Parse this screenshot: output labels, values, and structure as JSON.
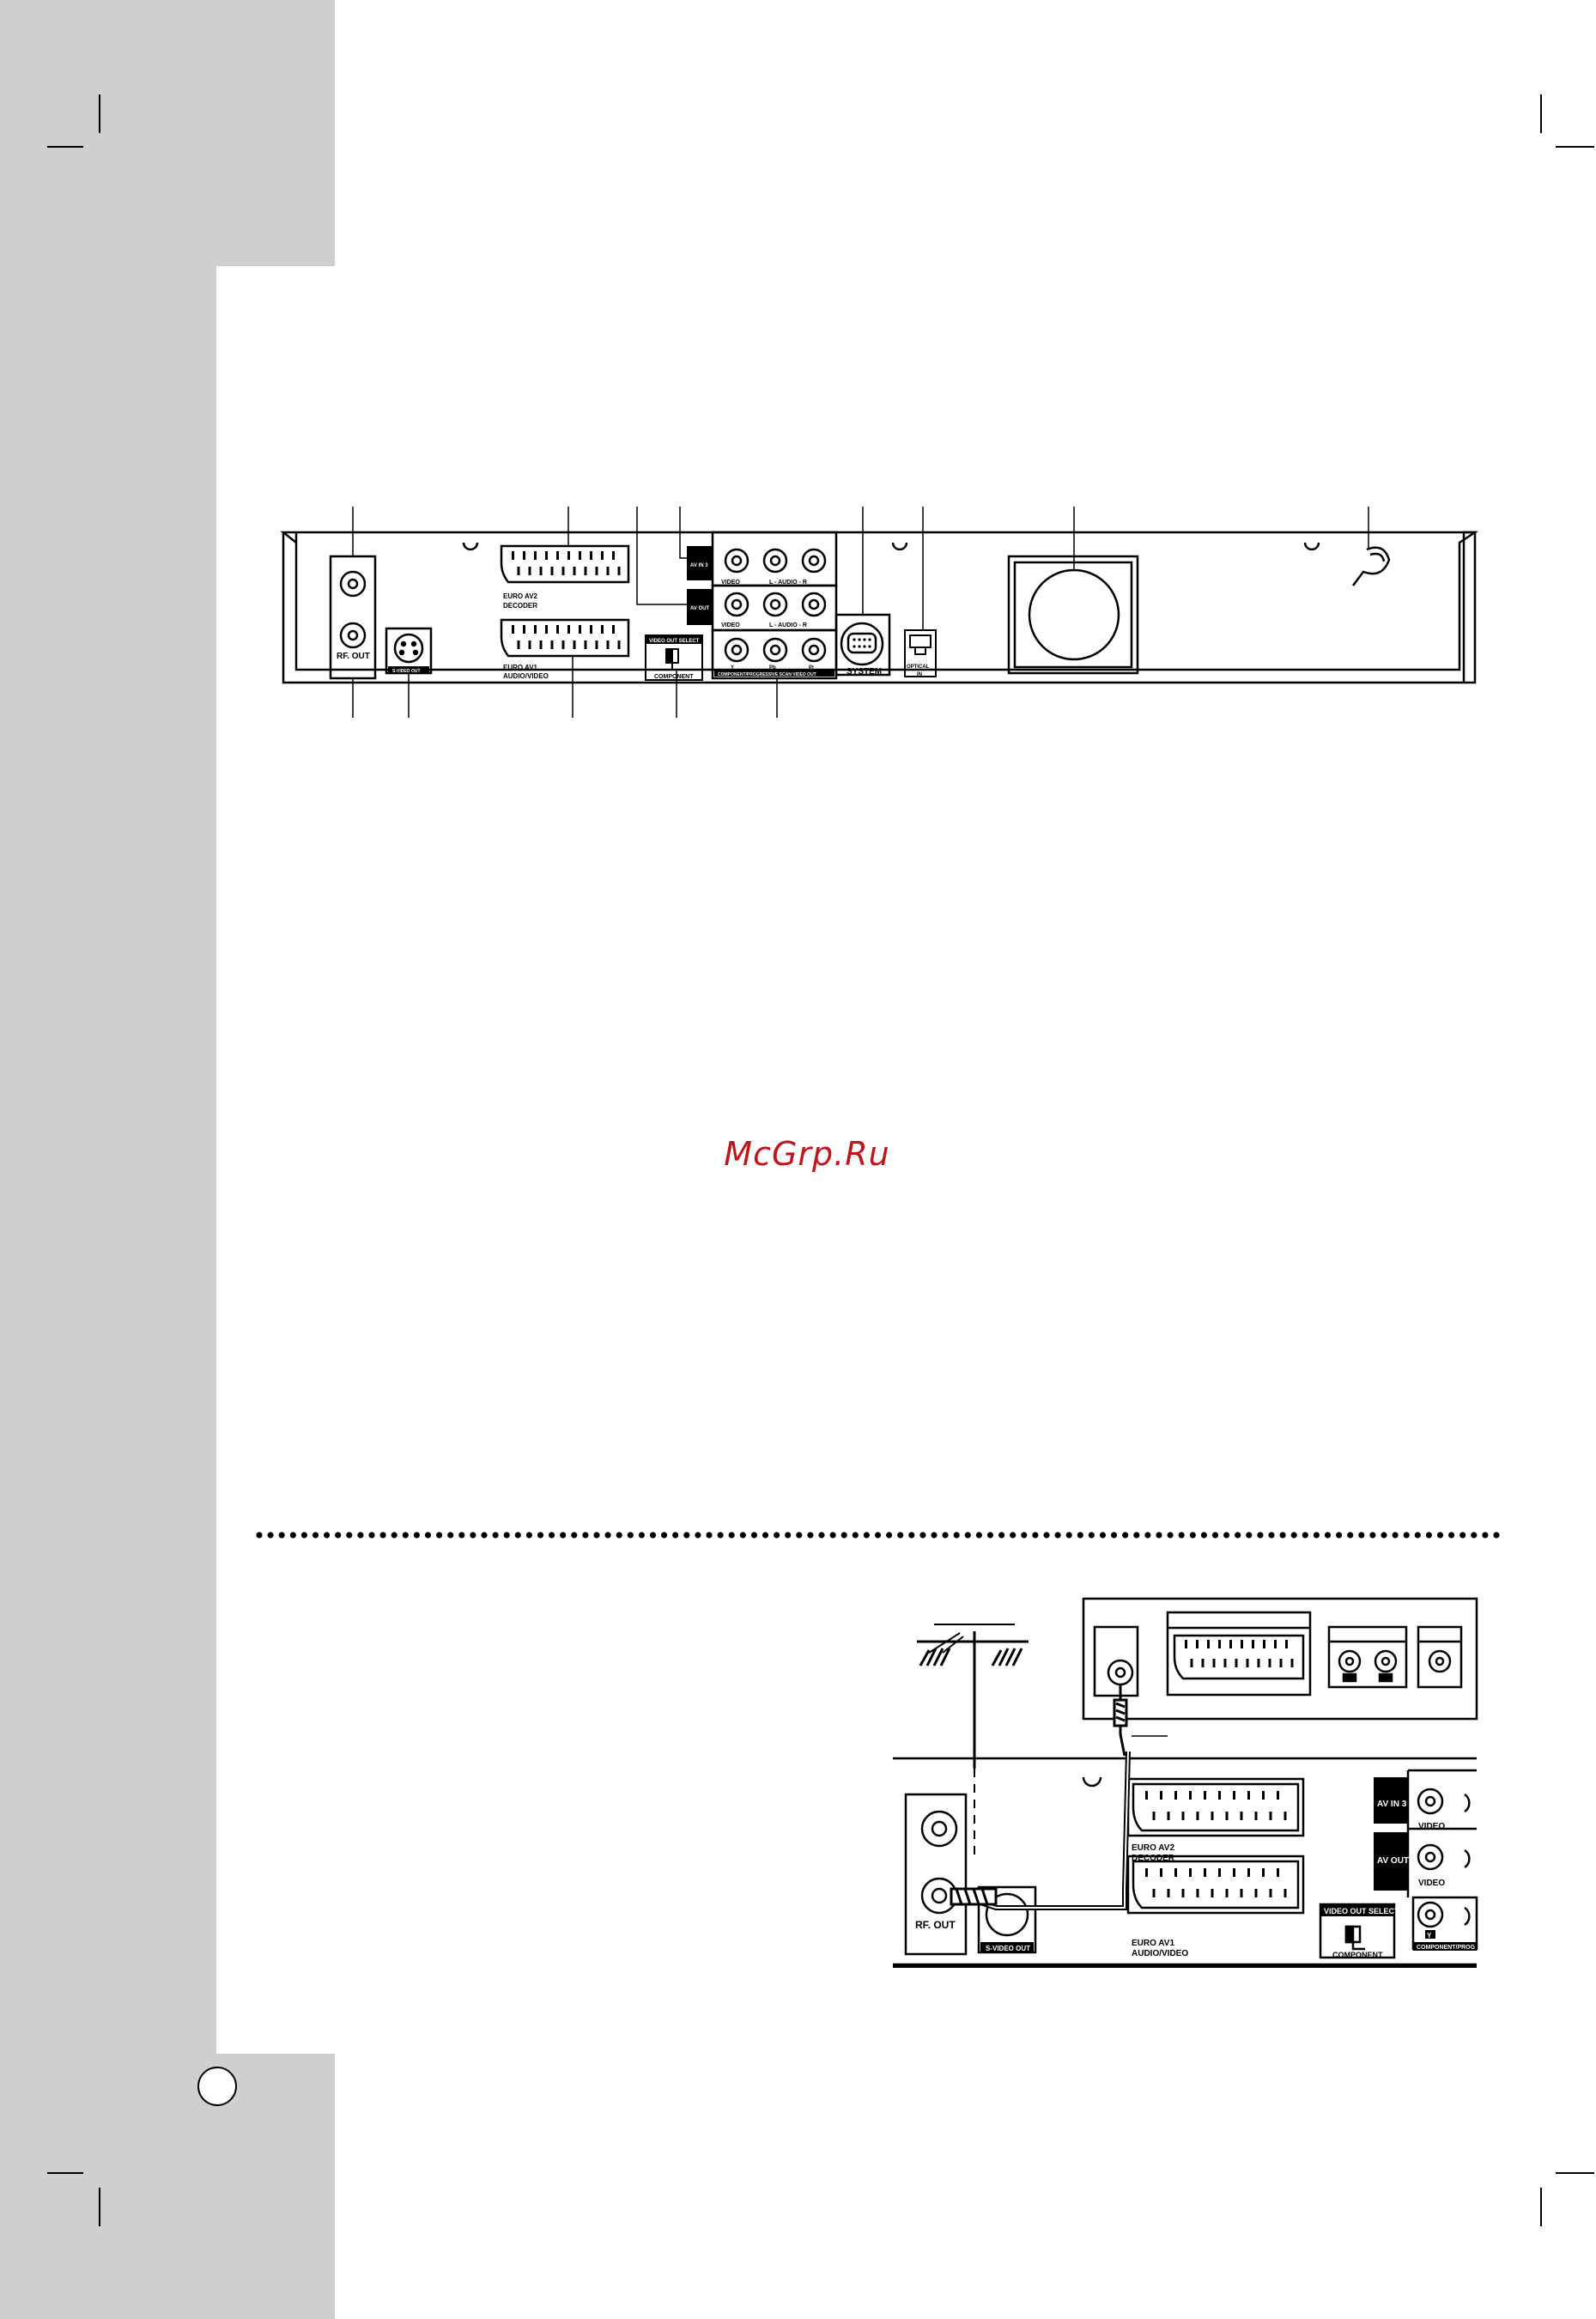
{
  "watermark": "McGrp.Ru",
  "rear_panel": {
    "euro_av2": [
      "EURO AV2",
      "DECODER"
    ],
    "euro_av1": [
      "EURO AV1",
      "AUDIO/VIDEO"
    ],
    "av_in3": "AV IN 3",
    "av_out": "AV OUT",
    "video": "VIDEO",
    "audio": "L - AUDIO - R",
    "rf_out": "RF. OUT",
    "s_video_out": "S-VIDEO OUT",
    "video_out_select": "VIDEO OUT SELECT",
    "component": "COMPONENT",
    "component_out": "COMPONENT/PROGRESSIVE SCAN VIDEO OUT",
    "component_letters": [
      "Y",
      "Pb",
      "Pr"
    ],
    "system": "SYSTEM",
    "optical": "OPTICAL",
    "optical_in": "IN"
  },
  "connection_diagram": {
    "av_in3": "AV IN 3",
    "av_out": "AV OUT",
    "video": "VIDEO",
    "euro_av2": [
      "EURO AV2",
      "DECODER"
    ],
    "euro_av1": [
      "EURO AV1",
      "AUDIO/VIDEO"
    ],
    "rf_out": "RF. OUT",
    "s_video_out": "S-VIDEO OUT",
    "video_out_select": "VIDEO OUT SELECT",
    "component": "COMPONENT",
    "component_out": "COMPONENT/PROG",
    "y": "Y"
  }
}
